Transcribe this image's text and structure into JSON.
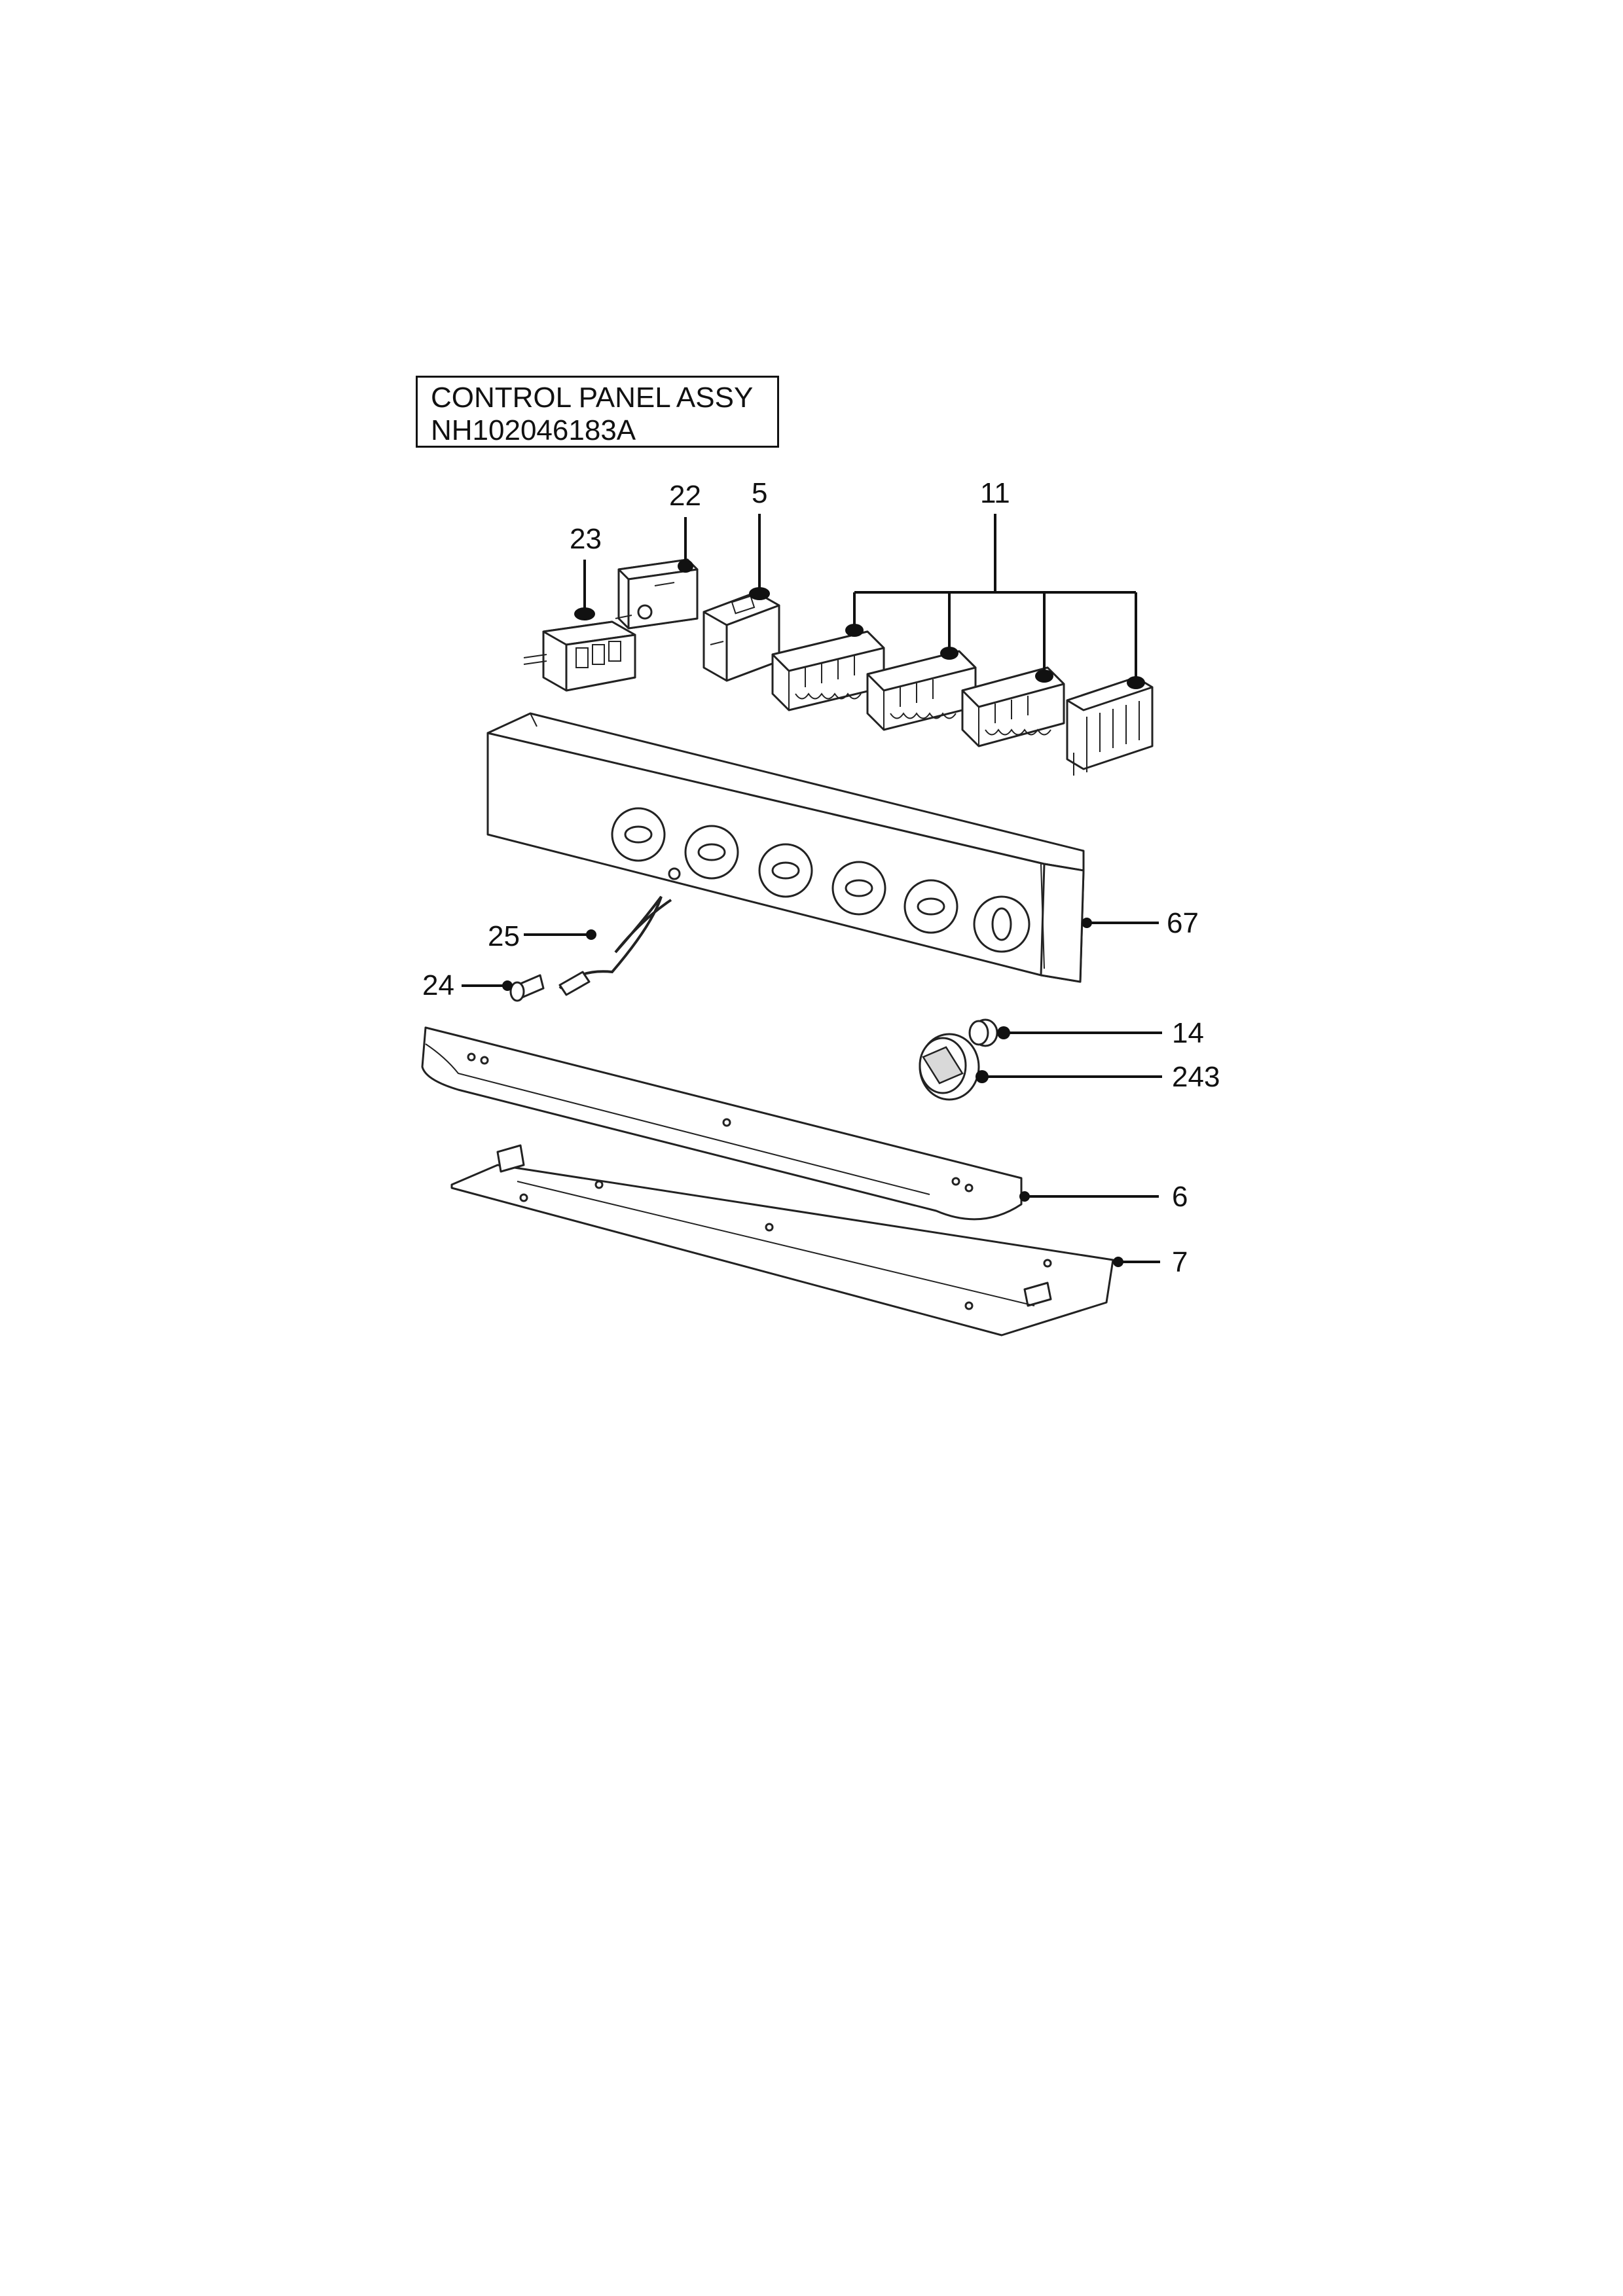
{
  "title": {
    "line1": "CONTROL PANEL ASSY",
    "line2": "NH102046183A"
  },
  "callouts": [
    {
      "id": "23",
      "text": "23"
    },
    {
      "id": "22",
      "text": "22"
    },
    {
      "id": "5",
      "text": "5"
    },
    {
      "id": "11",
      "text": "11"
    },
    {
      "id": "67",
      "text": "67"
    },
    {
      "id": "25",
      "text": "25"
    },
    {
      "id": "24",
      "text": "24"
    },
    {
      "id": "14",
      "text": "14"
    },
    {
      "id": "243",
      "text": "243"
    },
    {
      "id": "6",
      "text": "6"
    },
    {
      "id": "7",
      "text": "7"
    }
  ]
}
